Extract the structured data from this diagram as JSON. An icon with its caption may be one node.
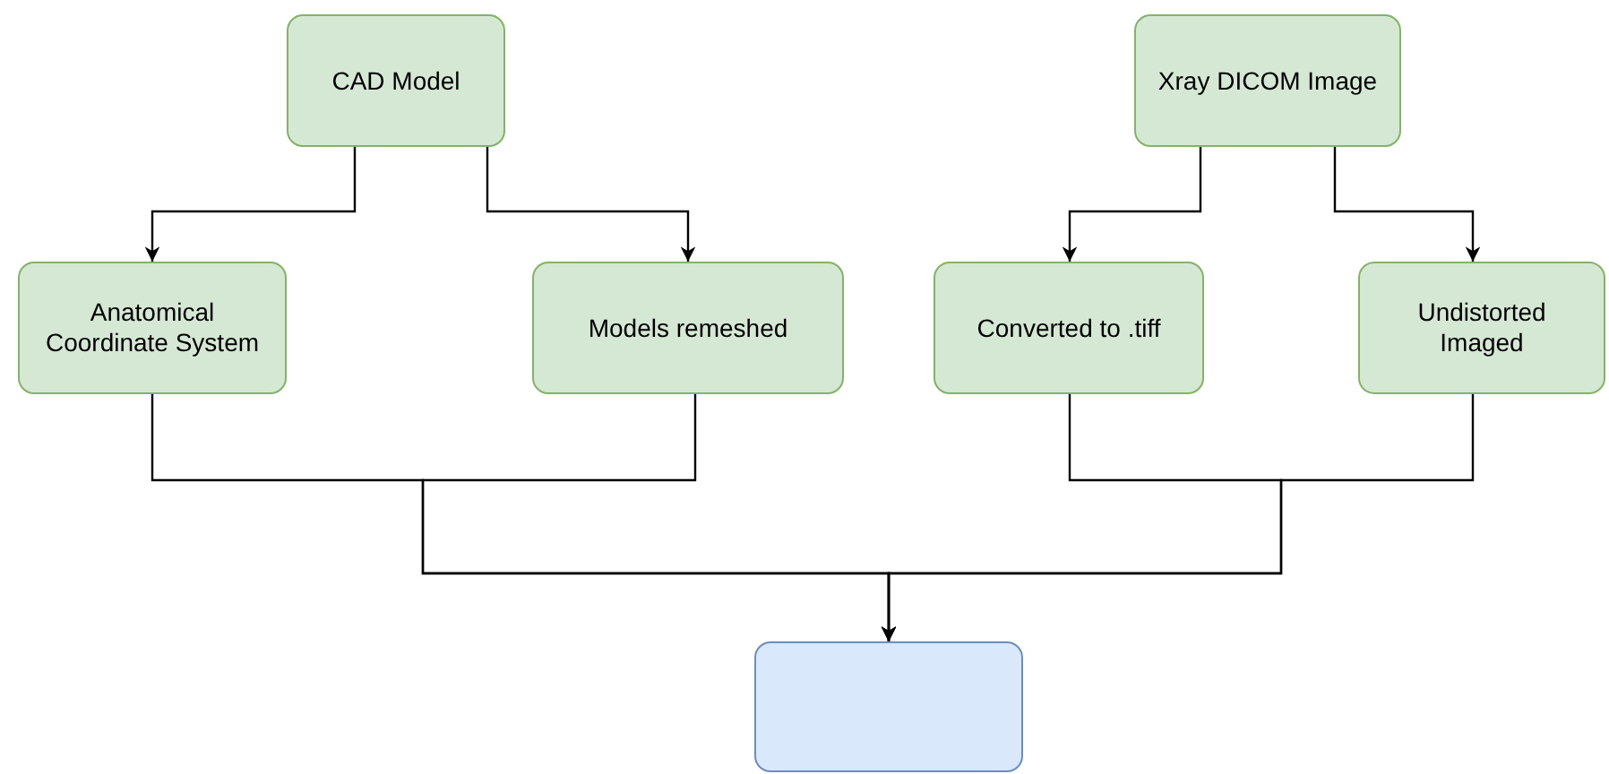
{
  "diagram": {
    "nodes": [
      {
        "text": [
          "CAD Model"
        ]
      },
      {
        "text": [
          "Xray DICOM Image"
        ]
      },
      {
        "text": [
          "Anatomical Coordinate System"
        ]
      },
      {
        "text": [
          "Models remeshed"
        ]
      },
      {
        "text": [
          "Converted to .tiff"
        ]
      },
      {
        "text": [
          "Undistorted Imaged"
        ]
      },
      {
        "text": [],
        "shape": "box"
      }
    ],
    "edges": [
      {
        "from": 0,
        "to": 2,
        "arrow": "to"
      },
      {
        "from": 0,
        "to": 3,
        "arrow": "to"
      },
      {
        "from": 1,
        "to": 4,
        "arrow": "to"
      },
      {
        "from": 1,
        "to": 5,
        "arrow": "to"
      },
      {
        "from": 2,
        "to": 6,
        "arrow": "to"
      },
      {
        "from": 3,
        "to": 6,
        "arrow": "to"
      },
      {
        "from": 4,
        "to": 6,
        "arrow": "to"
      },
      {
        "from": 5,
        "to": 6,
        "arrow": "to"
      }
    ]
  }
}
